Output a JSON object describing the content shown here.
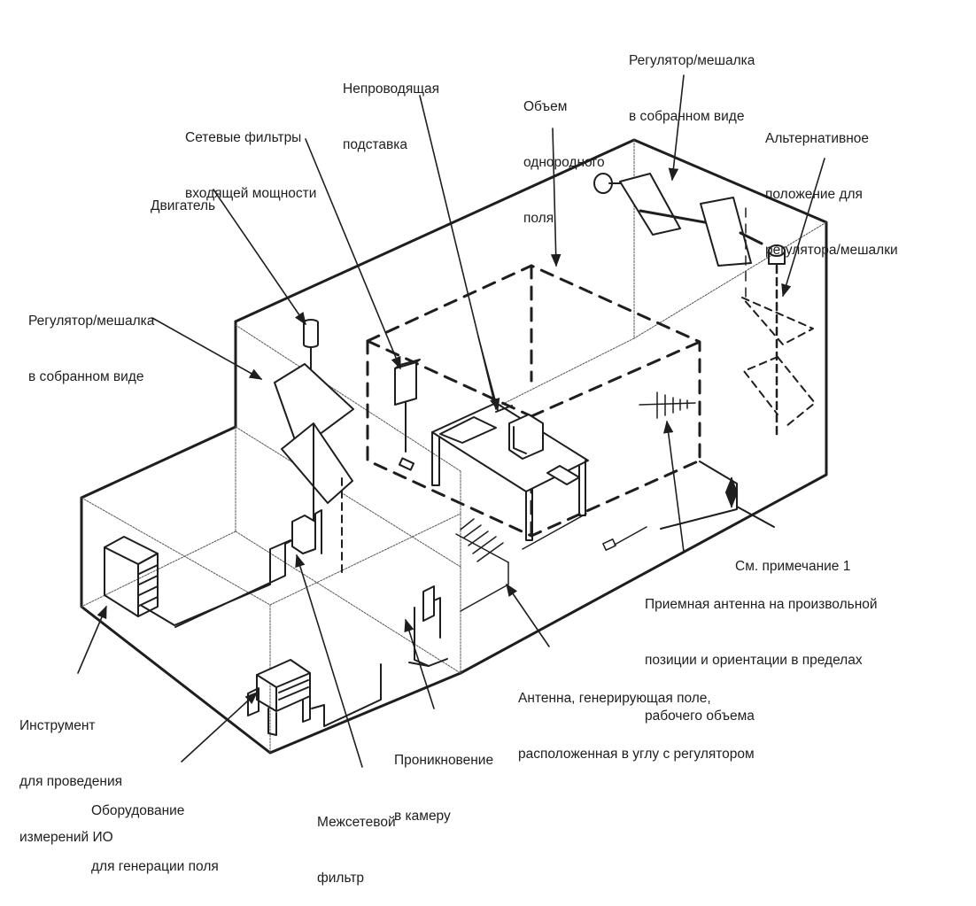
{
  "title": "Реверберационная камера: схема размещения оборудования",
  "labels": {
    "stirrer_assembled_top": [
      "Регулятор/мешалка",
      "в собранном виде"
    ],
    "uniform_field_volume": [
      "Объем",
      "однородного",
      "поля"
    ],
    "non_conductive_support": [
      "Непроводящая",
      "подставка"
    ],
    "power_line_filters": [
      "Сетевые фильтры",
      "входящей мощности"
    ],
    "motor": [
      "Двигатель"
    ],
    "alternative_stirrer_position": [
      "Альтернативное",
      "положение для",
      "регулятора/мешалки"
    ],
    "stirrer_assembled_left": [
      "Регулятор/мешалка",
      "в собранном виде"
    ],
    "see_note_1": [
      "См. примечание 1"
    ],
    "receive_antenna": [
      "Приемная антенна на произвольной",
      "позиции и ориентации в пределах",
      "рабочего объема"
    ],
    "transmit_antenna": [
      "Антенна, генерирующая поле,",
      "расположенная в углу с регулятором"
    ],
    "eut_instrument": [
      "Инструмент",
      "для проведения",
      "измерений ИО"
    ],
    "chamber_penetration": [
      "Проникновение",
      "в камеру"
    ],
    "field_generation_equipment": [
      "Оборудование",
      "для генерации поля"
    ],
    "bulkhead_filter": [
      "Межсетевой",
      "фильтр"
    ]
  },
  "colors": {
    "ink": "#1e1e1e",
    "background": "#ffffff"
  }
}
